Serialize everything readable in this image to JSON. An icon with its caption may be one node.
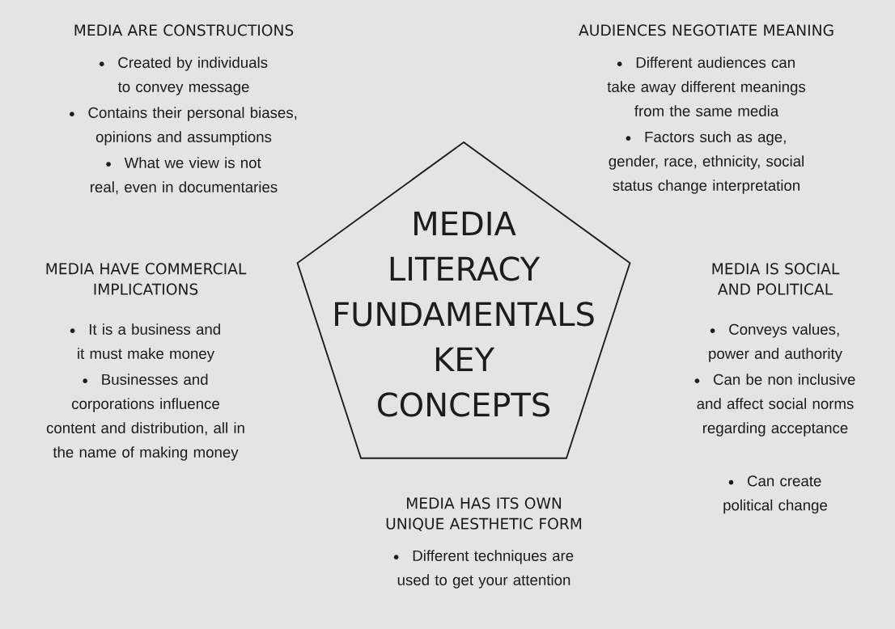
{
  "diagram": {
    "nodes": [
      {
        "text": [
          "MEDIA LITERACY FUNDAMENTALS KEY CONCEPTS"
        ]
      }
    ],
    "labels": [
      "MEDIA ARE CONSTRUCTIONS",
      "Created by individuals to convey message",
      "Contains their personal biases, opinions and assumptions",
      "What we view is not real, even in documentaries",
      "AUDIENCES NEGOTIATE MEANING",
      "Different audiences can take away different meanings from the same media",
      "Factors such as age, gender, race, ethnicity, social status change interpretation",
      "MEDIA HAVE COMMERCIAL IMPLICATIONS",
      "It is a business and it must make money",
      "Businesses and corporations influence content and distribution, all in the name of making money",
      "MEDIA IS SOCIAL AND POLITICAL",
      "Conveys values, power and authority",
      "Can be non inclusive and affect social norms regarding acceptance",
      "Can create political change",
      "MEDIA HAS ITS OWN UNIQUE AESTHETIC FORM",
      "Different techniques are used to get your attention"
    ]
  }
}
